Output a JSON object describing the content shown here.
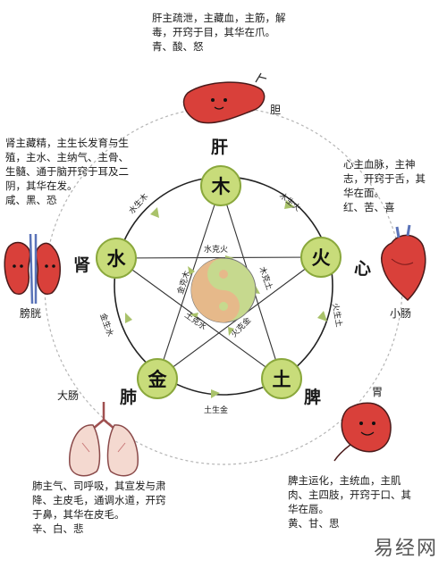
{
  "descriptions": {
    "liver": [
      "肝主疏泄，主藏血，主筋，解",
      "毒，开窍于目，其华在爪。",
      "青、酸、怒"
    ],
    "kidney": [
      "肾主藏精，主生长发育与生",
      "殖，主水、主纳气、主骨、",
      "生髓、通于脑开窍于耳及二",
      "阴，其华在发。",
      "咸、黑、恐"
    ],
    "heart": [
      "心主血脉，主神",
      "志，开窍于舌，其",
      "华在面。",
      "红、苦、喜"
    ],
    "lung": [
      "肺主气、司呼吸，其宣发与肃",
      "降、主皮毛，通调水道，开窍",
      "于鼻，其华在皮毛。",
      "辛、白、悲"
    ],
    "spleen": [
      "脾主运化，主统血，主肌",
      "肉、主四肢，开窍于口、其",
      "华在唇。",
      "黄、甘、思"
    ]
  },
  "elements": {
    "wood": "木",
    "fire": "火",
    "earth": "土",
    "metal": "金",
    "water": "水"
  },
  "organs": {
    "liver": "肝",
    "heart": "心",
    "spleen": "脾",
    "lung": "肺",
    "kidney": "肾",
    "gallbladder": "胆",
    "small_intestine": "小肠",
    "stomach": "胃",
    "large_intestine": "大肠",
    "bladder": "膀胱"
  },
  "generating": {
    "wood_fire": "木生火",
    "fire_earth": "火生土",
    "earth_metal": "土生金",
    "metal_water": "金生水",
    "water_wood": "水生木"
  },
  "controlling": {
    "water_fire": "水克火",
    "fire_metal": "火克金",
    "metal_wood": "金克木",
    "wood_earth": "木克土",
    "earth_water": "土克水"
  },
  "watermark": "易经网",
  "colors": {
    "node_fill": "#c8dc7a",
    "node_stroke": "#8aa83c",
    "arrow": "#a9c26a",
    "organ_red": "#d9403a"
  }
}
